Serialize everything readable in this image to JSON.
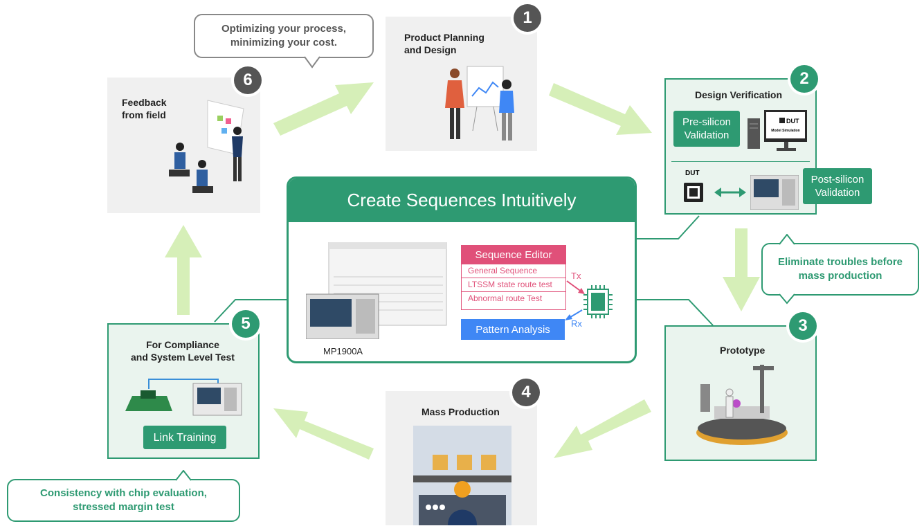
{
  "callouts": {
    "top": "Optimizing your process,\nminimizing your cost.",
    "right": "Eliminate troubles before\nmass production",
    "bottom": "Consistency with chip evaluation,\nstressed margin test"
  },
  "steps": {
    "s1": {
      "num": "1",
      "title": "Product Planning\nand Design"
    },
    "s2": {
      "num": "2",
      "title": "Design Verification",
      "pre": "Pre-silicon\nValidation",
      "dut_label": "DUT",
      "model_sim": "Model Simulation",
      "post": "Post-silicon\nValidation"
    },
    "s3": {
      "num": "3",
      "title": "Prototype"
    },
    "s4": {
      "num": "4",
      "title": "Mass Production"
    },
    "s5": {
      "num": "5",
      "title": "For Compliance\nand System Level Test",
      "link": "Link Training"
    },
    "s6": {
      "num": "6",
      "title": "Feedback\nfrom field"
    }
  },
  "center": {
    "title": "Create Sequences Intuitively",
    "instrument": "MP1900A",
    "seq_editor": "Sequence Editor",
    "seq_items": [
      "General Sequence",
      "LTSSM state route test",
      "Abnormal route Test"
    ],
    "pattern": "Pattern Analysis",
    "tx": "Tx",
    "rx": "Rx"
  },
  "colors": {
    "green": "#2e9a72",
    "arrow": "#d6efb8",
    "pink": "#e05079",
    "blue": "#3f87f5"
  }
}
